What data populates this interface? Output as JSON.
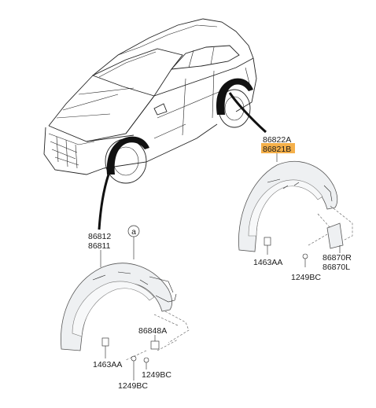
{
  "parts": {
    "rear_upper": "86822A",
    "rear_lower": "86821B",
    "rear_clip": "1463AA",
    "rear_screw": "1249BC",
    "rear_flap_upper": "86870R",
    "rear_flap_lower": "86870L",
    "front_upper": "86812",
    "front_lower": "86811",
    "front_circle": "a",
    "front_bracket": "86848A",
    "front_clip": "1463AA",
    "front_screw_right": "1249BC",
    "front_screw_left": "1249BC"
  },
  "colors": {
    "highlight": "#f5b04a",
    "liner_fill": "#eef0f2",
    "black_liner": "#111111"
  }
}
